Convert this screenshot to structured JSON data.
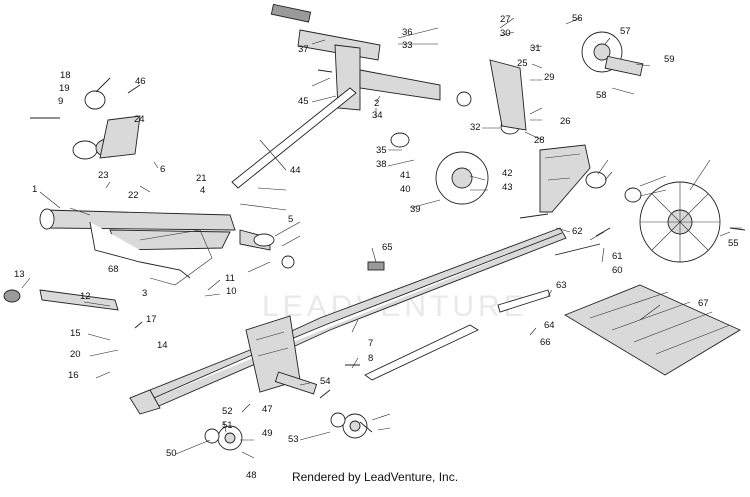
{
  "diagram": {
    "watermark": "LEADVENTURE",
    "footer": "Rendered by LeadVenture, Inc.",
    "callouts": [
      "1",
      "2",
      "3",
      "4",
      "5",
      "6",
      "7",
      "8",
      "9",
      "10",
      "11",
      "12",
      "13",
      "14",
      "15",
      "16",
      "17",
      "18",
      "19",
      "20",
      "21",
      "22",
      "23",
      "24",
      "25",
      "26",
      "27",
      "28",
      "29",
      "30",
      "31",
      "32",
      "33",
      "34",
      "35",
      "36",
      "37",
      "38",
      "39",
      "40",
      "41",
      "42",
      "43",
      "44",
      "45",
      "46",
      "47",
      "48",
      "49",
      "50",
      "51",
      "52",
      "53",
      "54",
      "55",
      "56",
      "57",
      "58",
      "59",
      "60",
      "61",
      "62",
      "63",
      "64",
      "65",
      "66",
      "67",
      "68"
    ]
  }
}
